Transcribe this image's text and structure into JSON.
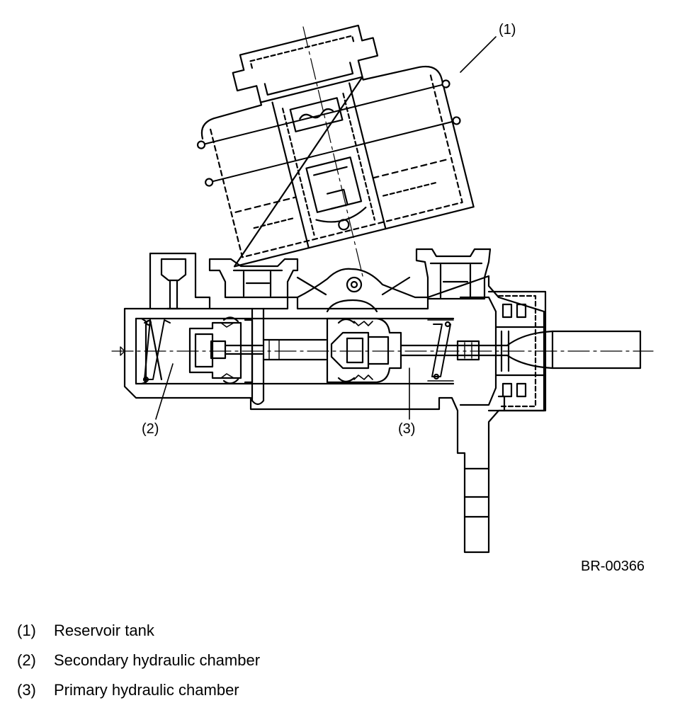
{
  "diagram": {
    "figure_id": "BR-00366",
    "callouts": [
      {
        "label": "(1)"
      },
      {
        "label": "(2)"
      },
      {
        "label": "(3)"
      }
    ]
  },
  "legend": [
    {
      "num": "(1)",
      "text": "Reservoir tank"
    },
    {
      "num": "(2)",
      "text": "Secondary hydraulic chamber"
    },
    {
      "num": "(3)",
      "text": "Primary hydraulic chamber"
    }
  ]
}
